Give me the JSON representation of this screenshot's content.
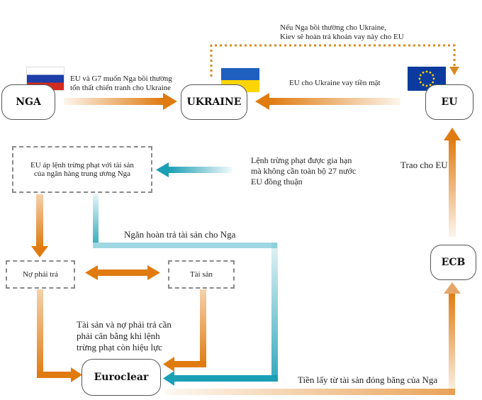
{
  "nodes": {
    "russia": "NGA",
    "ukraine": "UKRAINE",
    "eu": "EU",
    "ecb": "ECB",
    "euroclear": "Euroclear"
  },
  "boxes": {
    "sanction_line1": "EU áp lệnh trừng phạt với tài sản",
    "sanction_line2": "của ngân hàng trung ương Nga",
    "liabilities": "Nợ phải trả",
    "assets": "Tài sản"
  },
  "labels": {
    "g7_line1": "EU và G7 muốn Nga bồi thường",
    "g7_line2": "tổn thất chiến tranh cho Ukraine",
    "eu_loan": "EU cho Ukraine vay tiền mặt",
    "repay_line1": "Nếu Nga bồi thường cho Ukraine,",
    "repay_line2": "Kiev sẽ hoàn trả khoản vay này cho EU",
    "extend_line1": "Lệnh trừng phạt được gia hạn",
    "extend_line2": "mà không cần toàn bộ 27 nước",
    "extend_line3": "EU đồng thuận",
    "to_eu": "Trao cho EU",
    "block_return": "Ngăn hoàn trả tài sản cho Nga",
    "balance_line1": "Tài sản và nợ phải trả cần",
    "balance_line2": "phải cân bằng khi lệnh",
    "balance_line3": "trừng phạt còn hiệu lực",
    "frozen_money": "Tiền lấy từ tài sản đóng băng của Nga"
  },
  "flags": {
    "russia": "russia-flag-icon",
    "ukraine": "ukraine-flag-icon",
    "eu": "eu-flag-icon"
  },
  "colors": {
    "orange": "#e07b10",
    "orange_dotted": "#d98a1e",
    "teal": "#1a9fb5",
    "node_border": "#555555",
    "dash_border": "#8a8a8a"
  }
}
